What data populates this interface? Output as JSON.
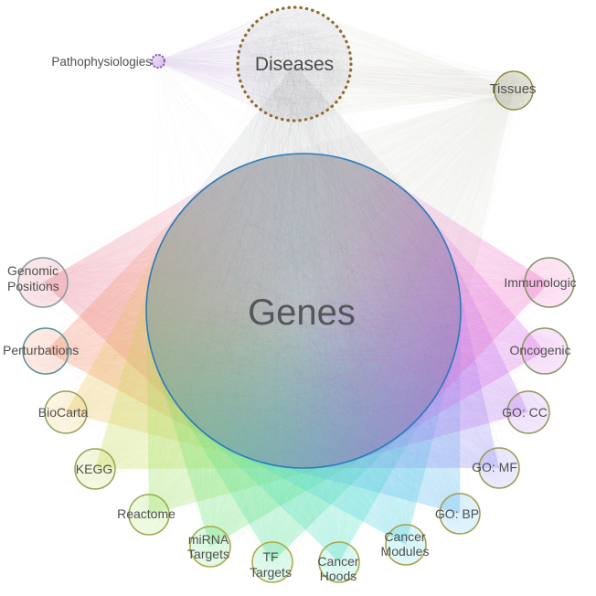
{
  "nodes": {
    "pathophysiologies": {
      "label": "Pathophysiologies",
      "stroke": "#9467bd",
      "color": "#b07fd0"
    },
    "diseases": {
      "label": "Diseases",
      "stroke": "#8c6d31",
      "color": "#6a6f76"
    },
    "tissues": {
      "label": "Tissues",
      "stroke": "#8c8c3a",
      "color": "#84845a"
    },
    "genes": {
      "label": "Genes",
      "stroke": "#2b7bba",
      "color": "#7f9ab0"
    },
    "genomic_positions": {
      "label": "Genomic Positions",
      "lines": [
        "Genomic",
        "Positions"
      ],
      "stroke": "#8a98a0",
      "color": "#e0506e"
    },
    "perturbations": {
      "label": "Perturbations",
      "stroke": "#55909c",
      "color": "#ee6a3c"
    },
    "biocarta": {
      "label": "BioCarta",
      "stroke": "#95a060",
      "color": "#e2b632"
    },
    "kegg": {
      "label": "KEGG",
      "stroke": "#9aa455",
      "color": "#bcd232"
    },
    "reactome": {
      "label": "Reactome",
      "stroke": "#a0aa50",
      "color": "#84d838"
    },
    "mirna_targets": {
      "label": "miRNA Targets",
      "lines": [
        "miRNA",
        "Targets"
      ],
      "stroke": "#a4ae4e",
      "color": "#42d84e"
    },
    "tf_targets": {
      "label": "TF Targets",
      "lines": [
        "TF",
        "Targets"
      ],
      "stroke": "#aaaa4a",
      "color": "#2cd87e"
    },
    "cancer_hoods": {
      "label": "Cancer Hoods",
      "lines": [
        "Cancer",
        "Hoods"
      ],
      "stroke": "#aaa84a",
      "color": "#26d8b2"
    },
    "cancer_modules": {
      "label": "Cancer Modules",
      "lines": [
        "Cancer",
        "Modules"
      ],
      "stroke": "#a8a24c",
      "color": "#24c6da"
    },
    "go_bp": {
      "label": "GO: BP",
      "stroke": "#a29e50",
      "color": "#32a6e8"
    },
    "go_mf": {
      "label": "GO: MF",
      "stroke": "#9c9a56",
      "color": "#7a74ee"
    },
    "go_cc": {
      "label": "GO: CC",
      "stroke": "#96985c",
      "color": "#a65ae8"
    },
    "oncogenic": {
      "label": "Oncogenic",
      "stroke": "#8f9464",
      "color": "#d04ae0"
    },
    "immunologic": {
      "label": "Immunologic",
      "stroke": "#88906c",
      "color": "#e84ab4"
    }
  },
  "edges": [
    {
      "from": "genomic_positions",
      "to": "genes"
    },
    {
      "from": "perturbations",
      "to": "genes"
    },
    {
      "from": "biocarta",
      "to": "genes"
    },
    {
      "from": "kegg",
      "to": "genes"
    },
    {
      "from": "reactome",
      "to": "genes"
    },
    {
      "from": "mirna_targets",
      "to": "genes"
    },
    {
      "from": "tf_targets",
      "to": "genes"
    },
    {
      "from": "cancer_hoods",
      "to": "genes"
    },
    {
      "from": "cancer_modules",
      "to": "genes"
    },
    {
      "from": "go_bp",
      "to": "genes"
    },
    {
      "from": "go_mf",
      "to": "genes"
    },
    {
      "from": "go_cc",
      "to": "genes"
    },
    {
      "from": "oncogenic",
      "to": "genes"
    },
    {
      "from": "immunologic",
      "to": "genes"
    },
    {
      "from": "diseases",
      "to": "genes",
      "color": "#5c636e",
      "lines": 260,
      "line_opacity": 0.04,
      "wedge_near": 0.1,
      "wedge_far": 0.03,
      "width": 0.5
    },
    {
      "from": "tissues",
      "to": "genes",
      "color": "#7f855f",
      "lines": 120,
      "line_opacity": 0.04,
      "wedge_near": 0.08,
      "wedge_far": 0.02
    },
    {
      "from": "tissues",
      "to": "diseases",
      "color": "#84845a",
      "lines": 90,
      "line_opacity": 0.05,
      "wedge_near": 0.07,
      "wedge_far": 0.02
    },
    {
      "from": "pathophysiologies",
      "to": "diseases",
      "color": "#9467bd",
      "lines": 70,
      "line_opacity": 0.07,
      "wedge_near": 0.1,
      "wedge_far": 0.03
    },
    {
      "from": "pathophysiologies",
      "to": "tissues",
      "color": "#9a7fae",
      "lines": 36,
      "line_opacity": 0.05,
      "wedge": false
    },
    {
      "from": "pathophysiologies",
      "to": "genes",
      "color": "#8f8f9a",
      "lines": 40,
      "line_opacity": 0.03,
      "wedge": false
    },
    {
      "from": "diseases",
      "to": "diseases",
      "color": "#555f66",
      "lines": 150,
      "line_opacity": 0.05,
      "wedge": false
    }
  ]
}
